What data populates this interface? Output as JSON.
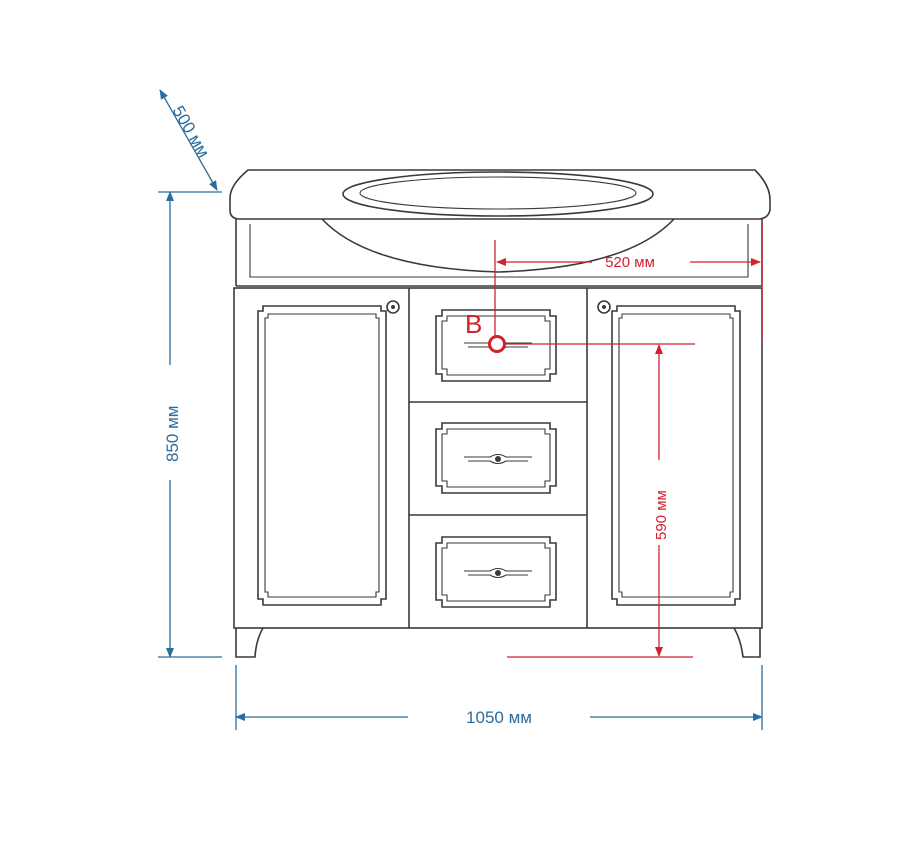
{
  "dimensions": {
    "depth": "500 мм",
    "height": "850 мм",
    "width": "1050 мм",
    "outlet_height": "590 мм",
    "outlet_offset": "520 мм"
  },
  "marker_label": "B",
  "colors": {
    "dimension_blue": "#2b6e9e",
    "marker_red": "#d2222d",
    "outline": "#3a3a3a"
  }
}
